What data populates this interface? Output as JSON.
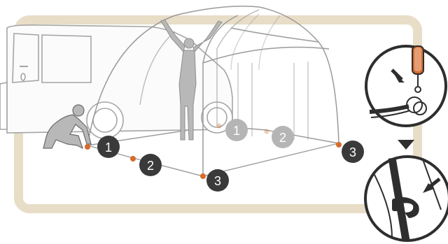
{
  "title": "",
  "steps": [
    {
      "label": "1",
      "state": "active"
    },
    {
      "label": "2",
      "state": "active"
    },
    {
      "label": "3",
      "state": "active"
    },
    {
      "label": "3",
      "state": "active"
    },
    {
      "label": "1",
      "state": "faded"
    },
    {
      "label": "2",
      "state": "faded"
    }
  ],
  "colors": {
    "frame": "#e8ddc7",
    "badge_active": "#3a3a3a",
    "badge_faded": "#b5b5b5",
    "peg": "#d86a2a",
    "outline": "#9a9a9a",
    "figure": "#b8b8b8",
    "detail_fill": "#2e2e2e"
  },
  "icons": {
    "van": "van-outline-icon",
    "tent": "awning-tent-outline-icon",
    "person_kneeling": "kneeling-person-icon",
    "person_standing": "standing-person-arms-up-icon",
    "detail_top": "peg-and-ring-detail-icon",
    "detail_bottom": "pole-hook-detail-icon",
    "arrow": "down-triangle-arrow-icon"
  }
}
